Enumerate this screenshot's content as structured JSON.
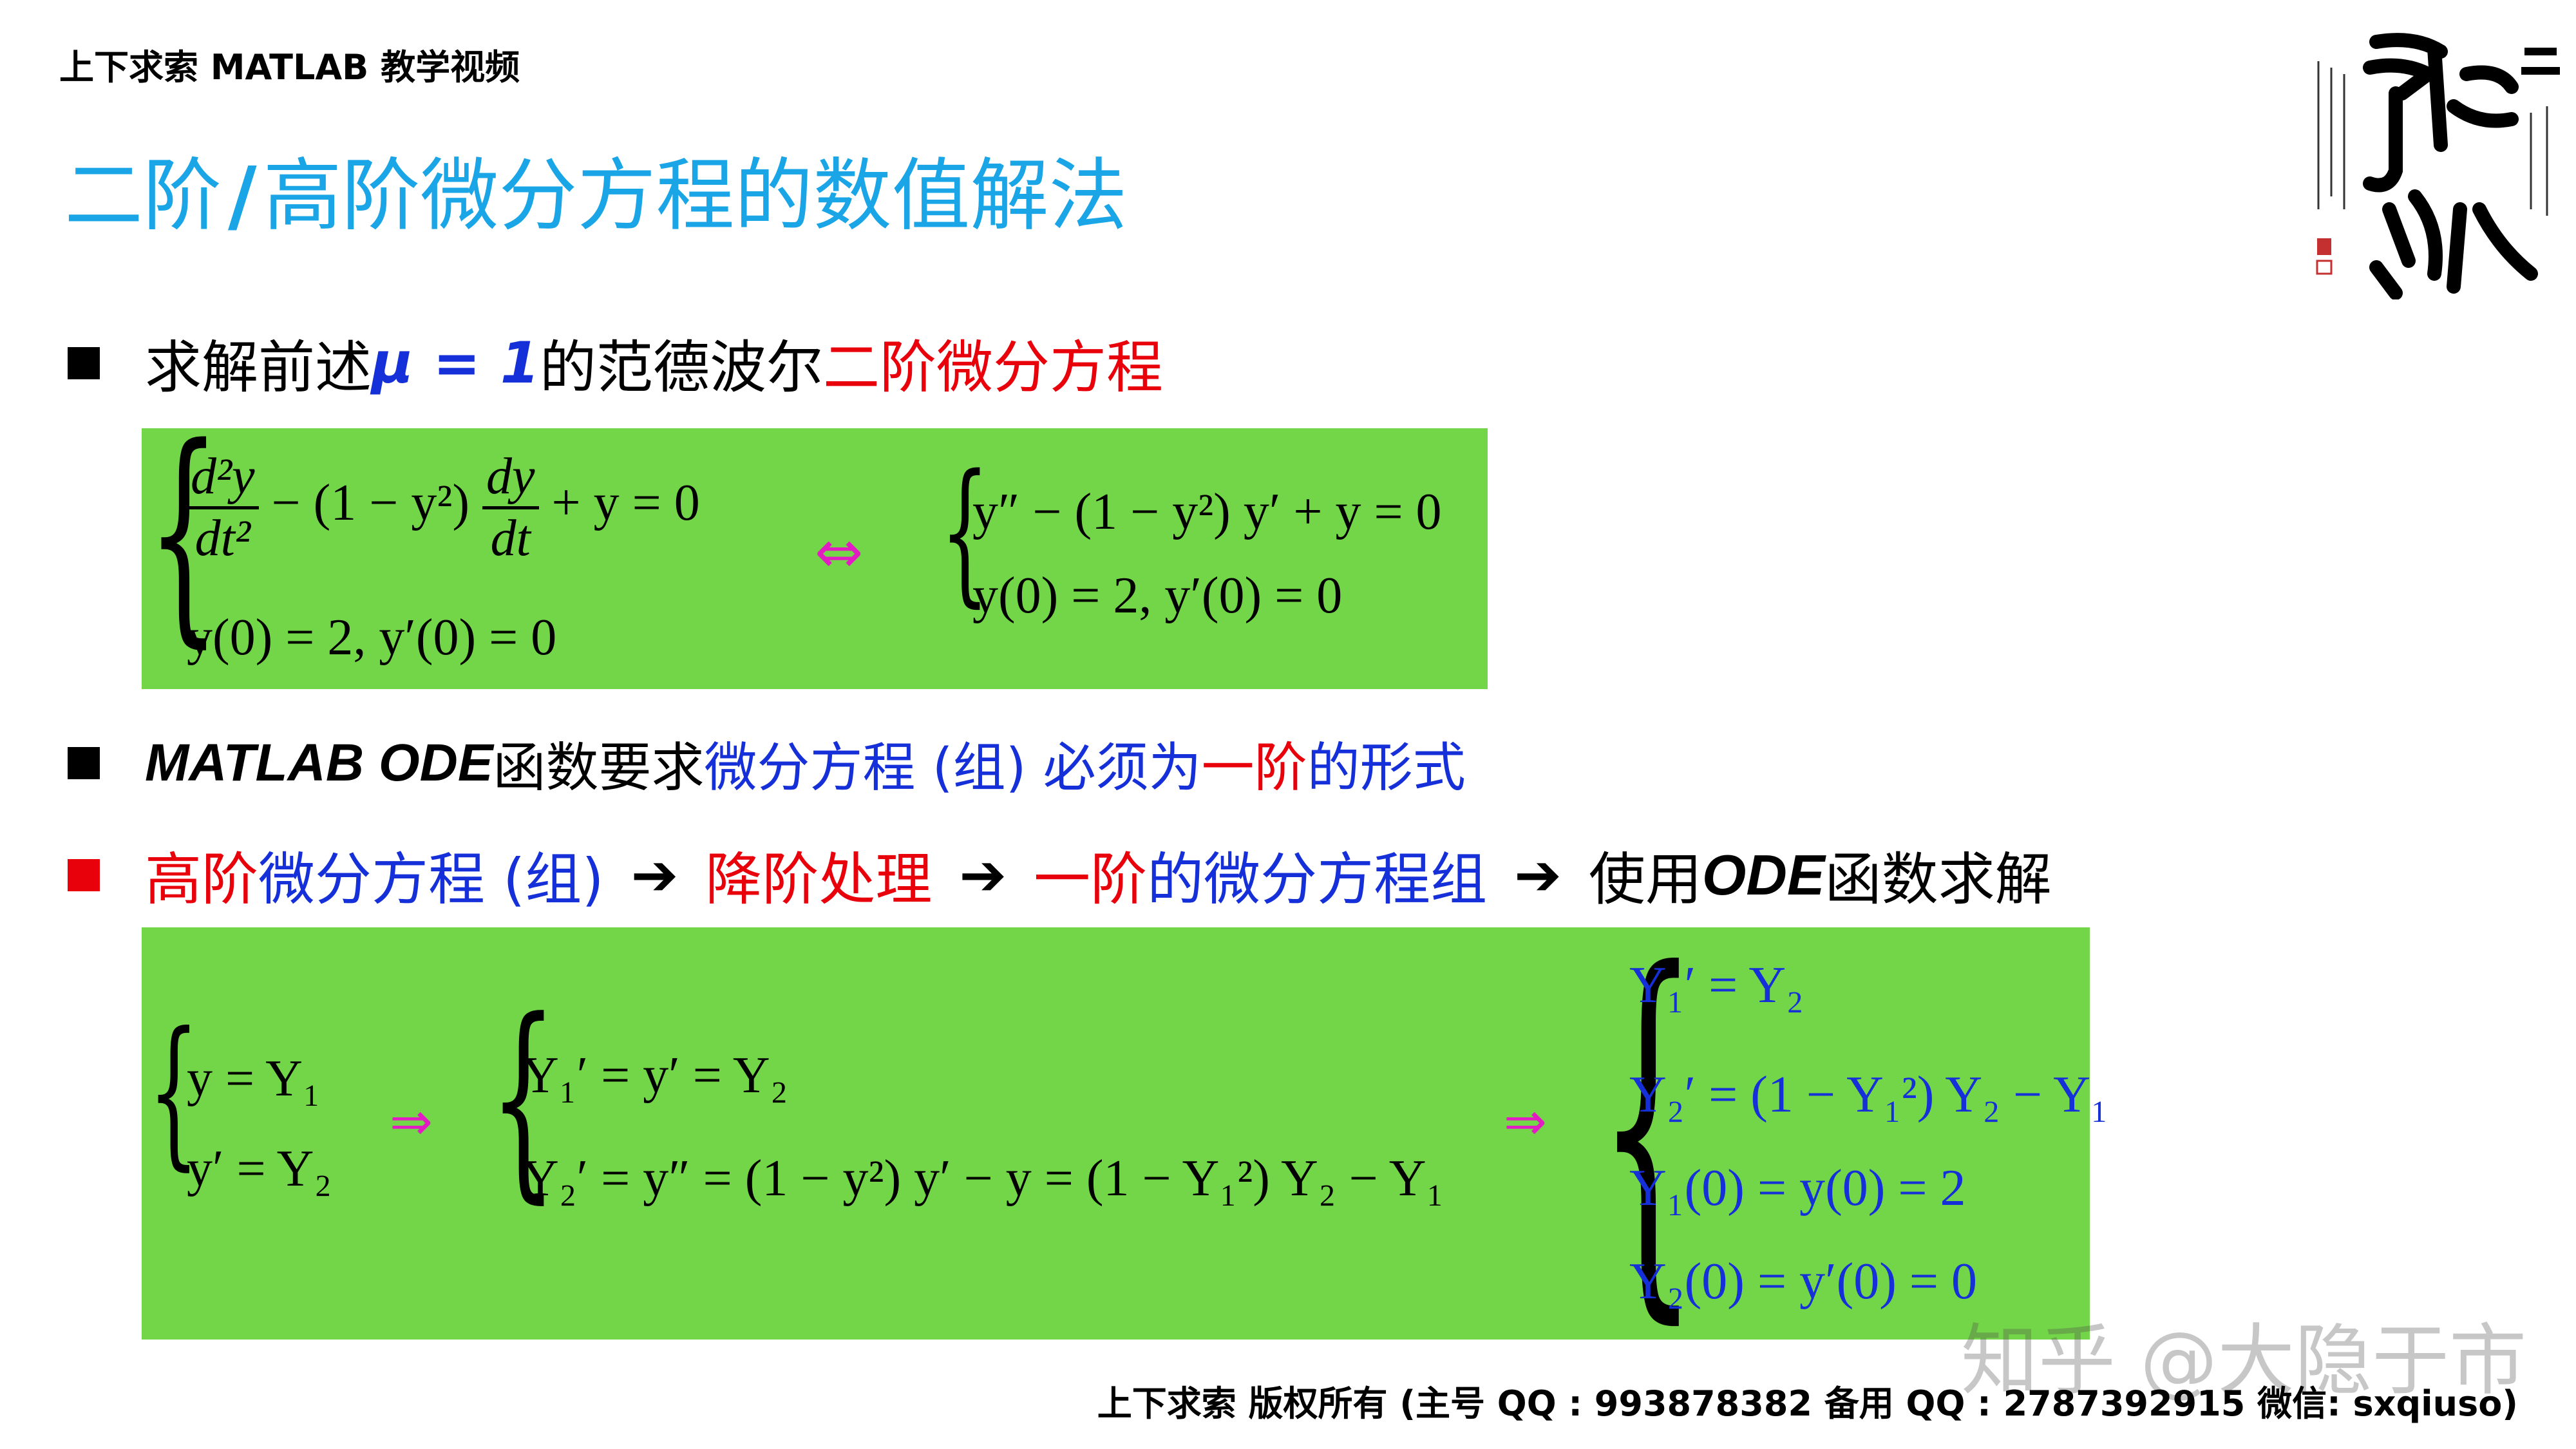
{
  "header": {
    "text": "上下求索 MATLAB 教学视频"
  },
  "title": {
    "part1": "二阶",
    "slash": "/",
    "part2": "高阶微分方程的数值解法"
  },
  "bullet1": {
    "t1": "求解前述 ",
    "mu": "μ = 1",
    "t2": " 的范德波尔",
    "t3": "二阶微分方程"
  },
  "eq1": {
    "left_num": "d²y",
    "left_den": "dt²",
    "mid": "− (1 − y²)",
    "dy": "dy",
    "dt": "dt",
    "tail": "+ y = 0",
    "left_init": "y(0) = 2,  y′(0) = 0",
    "iff": "⇔",
    "right_eq": "y″ − (1 − y²) y′ + y = 0",
    "right_init": "y(0) = 2,  y′(0) = 0"
  },
  "bullet2": {
    "t1": "MATLAB ODE",
    "t2": " 函数要求",
    "t3": "微分方程 (组) 必须为",
    "t4": "一阶",
    "t5": "的形式"
  },
  "bullet3": {
    "t1": "高阶",
    "t2": "微分方程 (组)",
    "a1": "➔",
    "t3": "降阶处理",
    "a2": "➔",
    "t4": "一阶",
    "t5": "的微分方程组",
    "a3": "➔",
    "t6": "使用 ",
    "t7": "ODE",
    "t8": " 函数求解"
  },
  "eq2": {
    "sub_line1": "y = Y₁",
    "sub_line2": "y′ = Y₂",
    "imp1": "⇒",
    "d_line1": "Y₁′ = y′ = Y₂",
    "d_line2": "Y₂′ = y″ = (1 − y²) y′ − y = (1 − Y₁²) Y₂ − Y₁",
    "imp2": "⇒",
    "s_line1": "Y₁′ = Y₂",
    "s_line2": "Y₂′ = (1 − Y₁²) Y₂ − Y₁",
    "s_line3": "Y₁(0) = y(0) = 2",
    "s_line4": "Y₂(0) = y′(0) = 0"
  },
  "footer": {
    "text": "上下求索  版权所有  (主号 QQ : 993878382   备用 QQ : 2787392915   微信: sxqiuso)"
  },
  "watermark": {
    "text": "知乎 @大隐于市"
  },
  "colors": {
    "title": "#1AA5E6",
    "red": "#E8000B",
    "blue": "#1530D8",
    "green_box": "#73D548",
    "magenta": "#E31BC3"
  },
  "icons": {
    "seal": "calligraphy-seal-image"
  }
}
